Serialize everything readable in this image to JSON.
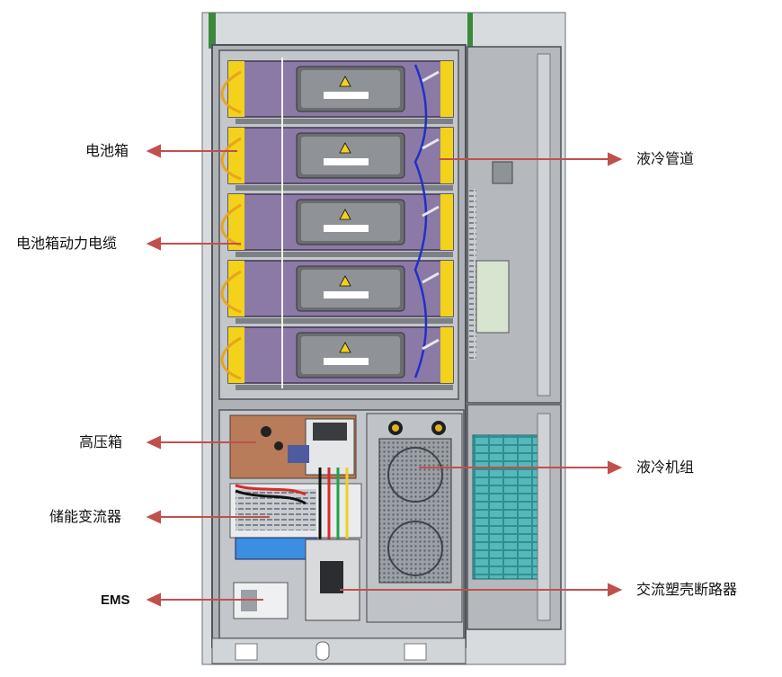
{
  "labels": {
    "battery_box": "电池箱",
    "battery_box_power_cable": "电池箱动力电缆",
    "hv_box": "高压箱",
    "pcs": "储能变流器",
    "ems": "EMS",
    "liquid_cooling_pipe": "液冷管道",
    "liquid_cooling_unit": "液冷机组",
    "ac_mccb": "交流塑壳断路器"
  },
  "colors": {
    "arrow": "#c0504d",
    "cabinet_frame": "#9a9ea3",
    "battery_purple": "#8c7aa6",
    "yellow": "#f2d21b",
    "grid_panel": "#3aa7a8"
  }
}
